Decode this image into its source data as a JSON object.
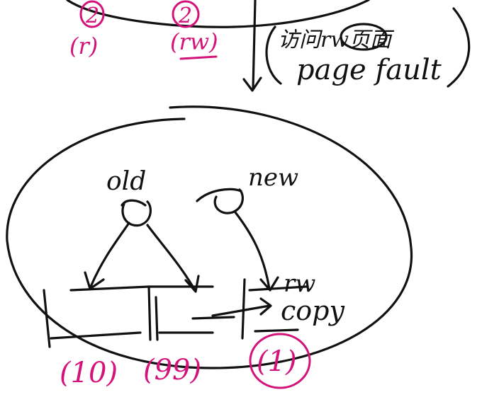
{
  "colors": {
    "background": "#ffffff",
    "ink_black": "#111111",
    "ink_pink": "#d4137a"
  },
  "top_section": {
    "left_ref_number": "2",
    "left_ref_perm": "(r)",
    "mid_ref_number": "2",
    "mid_ref_perm": "(rw)",
    "note_line1": "访问rw页面",
    "note_line2": "page fault"
  },
  "bottom_section": {
    "label_old": "old",
    "label_new": "new",
    "label_rw": "rw",
    "label_copy": "copy",
    "ref_count_1": "(10)",
    "ref_count_2": "(99)",
    "ref_count_3": "(1)"
  }
}
